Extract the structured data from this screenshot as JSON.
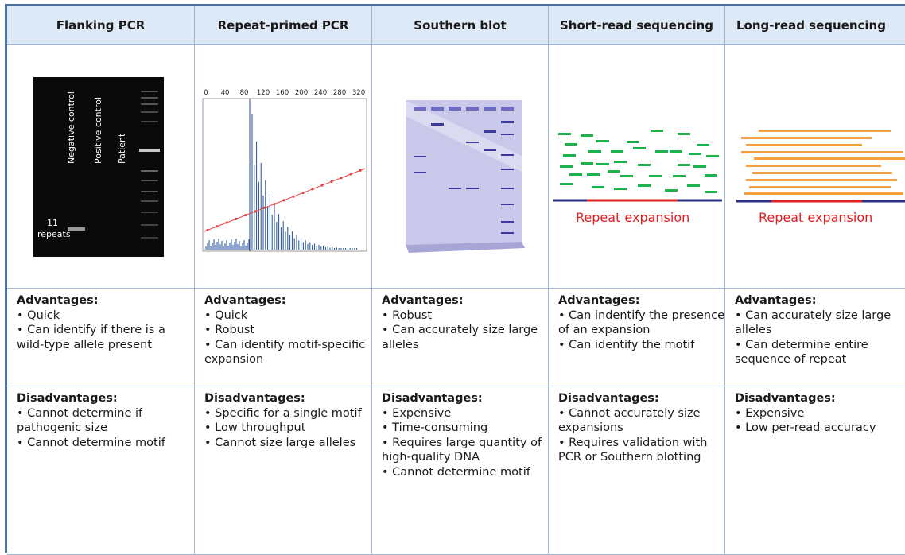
{
  "columns": [
    {
      "title": "Flanking PCR",
      "advantages_title": "Advantages:",
      "advantages": [
        "• Quick",
        "• Can identify if there is a wild-type allele present"
      ],
      "disadvantages_title": "Disadvantages:",
      "disadvantages": [
        "• Cannot determine if pathogenic size",
        "• Cannot determine motif"
      ]
    },
    {
      "title": "Repeat-primed PCR",
      "advantages_title": "Advantages:",
      "advantages": [
        "• Quick",
        "• Robust",
        "• Can identify motif-specific expansion"
      ],
      "disadvantages_title": "Disadvantages:",
      "disadvantages": [
        "• Specific for a single motif",
        "• Low throughput",
        "• Cannot size large alleles"
      ]
    },
    {
      "title": "Southern blot",
      "advantages_title": "Advantages:",
      "advantages": [
        "• Robust",
        "• Can accurately size large alleles"
      ],
      "disadvantages_title": "Disadvantages:",
      "disadvantages": [
        "• Expensive",
        "• Time-consuming",
        "• Requires large quantity of high-quality DNA",
        "• Cannot determine motif"
      ]
    },
    {
      "title": "Short-read sequencing",
      "advantages_title": "Advantages:",
      "advantages": [
        "• Can indentify the presence of an expansion",
        "• Can identify the motif"
      ],
      "disadvantages_title": "Disadvantages:",
      "disadvantages": [
        "• Cannot accurately size expansions",
        "• Requires validation with PCR or Southern blotting"
      ]
    },
    {
      "title": "Long-read sequencing",
      "advantages_title": "Advantages:",
      "advantages": [
        "• Can accurately size large alleles",
        "• Can determine entire sequence of repeat"
      ],
      "disadvantages_title": "Disadvantages:",
      "disadvantages": [
        "• Expensive",
        "• Low per-read accuracy"
      ]
    }
  ],
  "gel": {
    "lane_labels": [
      "Negative control",
      "Positive control",
      "Patient"
    ],
    "band_label_line1": "11",
    "band_label_line2": "repeats"
  },
  "rp_pcr": {
    "x_ticks": [
      "0",
      "40",
      "80",
      "120",
      "160",
      "200",
      "240",
      "280",
      "320"
    ]
  },
  "short_read": {
    "label": "Repeat expansion"
  },
  "long_read": {
    "label": "Repeat expansion"
  },
  "colors": {
    "header_bg": "#dde9f6",
    "border": "#4a6fa5",
    "read_green": "#1db24b",
    "read_orange": "#f5a040",
    "repeat_red": "#e02020",
    "reference_navy": "#2b2f80",
    "blot_purple": "#c9c7ea",
    "trace_blue": "#1f4fa0",
    "fit_red": "#e84545"
  }
}
